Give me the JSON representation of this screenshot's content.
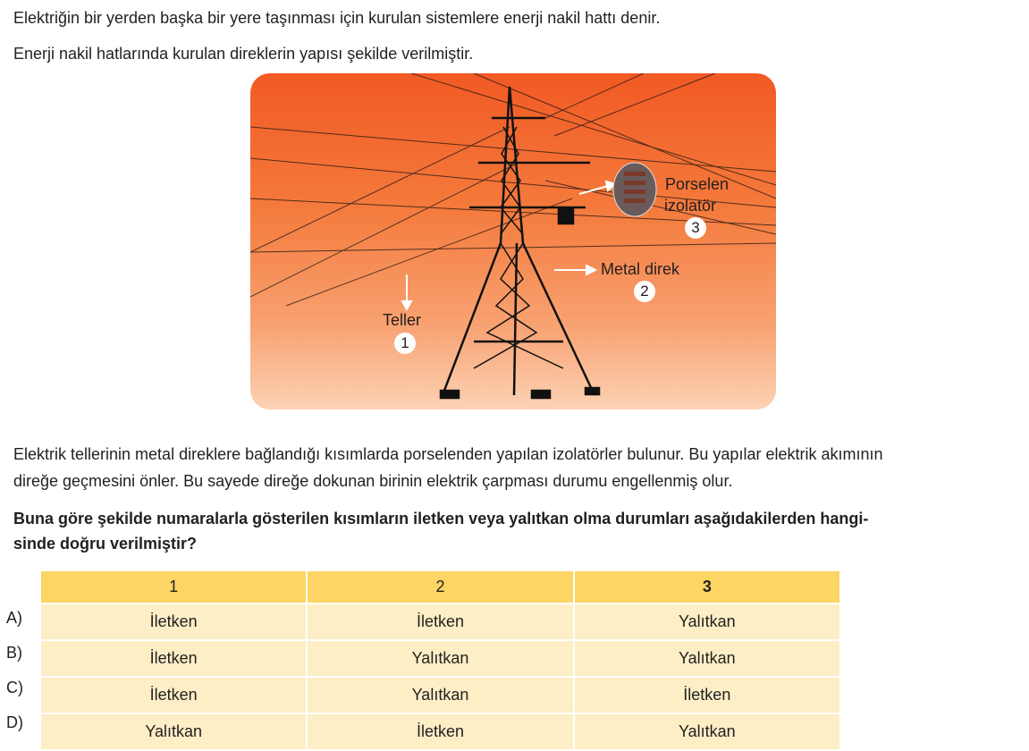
{
  "intro": [
    "Elektriğin bir yerden başka bir yere taşınması için kurulan sistemlere enerji nakil hattı denir.",
    "Enerji nakil hatlarında kurulan direklerin yapısı şekilde verilmiştir."
  ],
  "figure": {
    "labels": {
      "teller": "Teller",
      "teller_num": "1",
      "metal": "Metal direk",
      "metal_num": "2",
      "porselen1": "Porselen",
      "porselen2": "izolatör",
      "porselen_num": "3"
    }
  },
  "paragraph": [
    "Elektrik tellerinin metal direklere bağlandığı kısımlarda porselenden yapılan izolatörler bulunur. Bu yapılar elektrik akımının",
    "direğe geçmesini önler. Bu sayede direğe dokunan birinin elektrik çarpması durumu engellenmiş olur."
  ],
  "question": [
    "Buna göre şekilde numaralarla gösterilen kısımların iletken veya yalıtkan olma durumları aşağıdakilerden hangi-",
    "sinde doğru verilmiştir?"
  ],
  "table": {
    "headers": [
      "1",
      "2",
      "3"
    ],
    "rows": [
      {
        "opt": "A)",
        "cells": [
          "İletken",
          "İletken",
          "Yalıtkan"
        ]
      },
      {
        "opt": "B)",
        "cells": [
          "İletken",
          "Yalıtkan",
          "Yalıtkan"
        ]
      },
      {
        "opt": "C)",
        "cells": [
          "İletken",
          "Yalıtkan",
          "İletken"
        ]
      },
      {
        "opt": "D)",
        "cells": [
          "Yalıtkan",
          "İletken",
          "Yalıtkan"
        ]
      }
    ]
  },
  "colors": {
    "header": "#fcd565",
    "row": "#fdeec6",
    "sky_top": "#f15a24"
  }
}
